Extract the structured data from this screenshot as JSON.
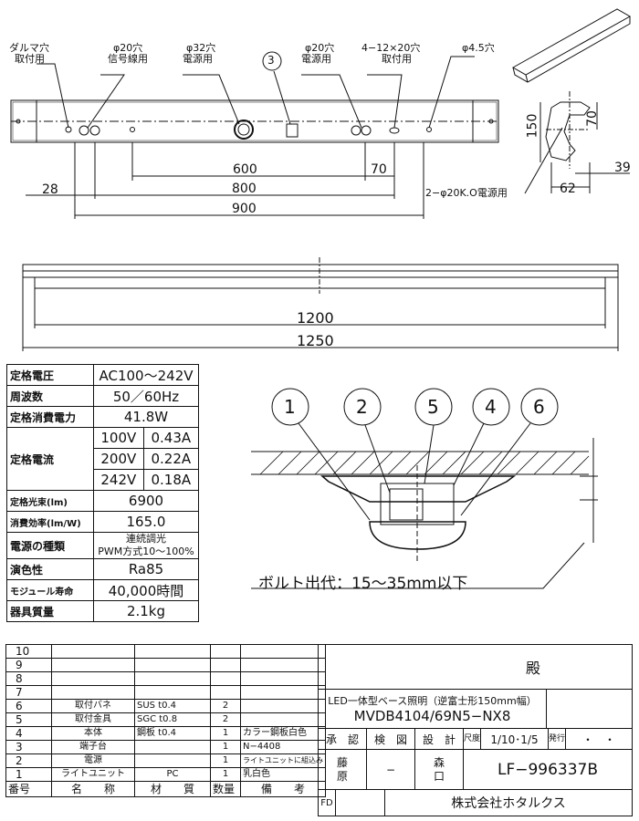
{
  "top_view": {
    "hole_labels": [
      {
        "title": "ダルマ穴",
        "sub": "取付用"
      },
      {
        "title": "φ20穴",
        "sub": "信号線用"
      },
      {
        "title": "φ32穴",
        "sub": "電源用"
      },
      {
        "title": "φ20穴",
        "sub": "電源用"
      },
      {
        "title": "4−12×20穴",
        "sub": "取付用"
      },
      {
        "title": "φ4.5穴",
        "sub": ""
      }
    ],
    "callout_3": "3",
    "dims": {
      "d600": "600",
      "d70": "70",
      "d28": "28",
      "d800": "800",
      "d900": "900"
    }
  },
  "section_view": {
    "dims": {
      "d150": "150",
      "d70": "70",
      "d39": "39",
      "d62": "62"
    },
    "hole_note": "2−φ20K.O電源用"
  },
  "side_view": {
    "dims": {
      "d1200": "1200",
      "d1250": "1250"
    }
  },
  "specs": {
    "rated_voltage_label": "定格電圧",
    "rated_voltage": "AC100〜242V",
    "frequency_label": "周波数",
    "frequency": "50／60Hz",
    "power_label": "定格消費電力",
    "power": "41.8W",
    "current_label": "定格電流",
    "currents": [
      {
        "v": "100V",
        "a": "0.43A"
      },
      {
        "v": "200V",
        "a": "0.22A"
      },
      {
        "v": "242V",
        "a": "0.18A"
      }
    ],
    "flux_label": "定格光束(lm)",
    "flux": "6900",
    "efficacy_label": "消費効率(lm/W)",
    "efficacy": "165.0",
    "power_type_label": "電源の種類",
    "power_type_1": "連続調光",
    "power_type_2": "PWM方式10〜100%",
    "cri_label": "演色性",
    "cri": "Ra85",
    "life_label": "モジュール寿命",
    "life": "40,000時間",
    "weight_label": "器具質量",
    "weight": "2.1kg"
  },
  "install": {
    "callouts": [
      "1",
      "2",
      "5",
      "4",
      "6"
    ],
    "bolt_note": "ボルト出代：15〜35mm以下"
  },
  "parts": {
    "rows": [
      {
        "no": "10",
        "name": "",
        "mat": "",
        "qty": "",
        "note": ""
      },
      {
        "no": "9",
        "name": "",
        "mat": "",
        "qty": "",
        "note": ""
      },
      {
        "no": "8",
        "name": "",
        "mat": "",
        "qty": "",
        "note": ""
      },
      {
        "no": "7",
        "name": "",
        "mat": "",
        "qty": "",
        "note": ""
      },
      {
        "no": "6",
        "name": "取付バネ",
        "mat": "SUS  t0.4",
        "qty": "2",
        "note": ""
      },
      {
        "no": "5",
        "name": "取付金具",
        "mat": "SGC  t0.8",
        "qty": "2",
        "note": ""
      },
      {
        "no": "4",
        "name": "本体",
        "mat": "鋼板  t0.4",
        "qty": "1",
        "note": "カラー鋼板白色"
      },
      {
        "no": "3",
        "name": "端子台",
        "mat": "",
        "qty": "1",
        "note": "N−4408"
      },
      {
        "no": "2",
        "name": "電源",
        "mat": "",
        "qty": "1",
        "note": "ライトユニットに組込み"
      },
      {
        "no": "1",
        "name": "ライトユニット",
        "mat": "PC",
        "qty": "1",
        "note": "乳白色"
      }
    ],
    "header": {
      "no": "番号",
      "name": "名　　称",
      "mat": "材　　質",
      "qty": "数量",
      "note": "備　　考"
    }
  },
  "titleblock": {
    "honorific": "殿",
    "product_desc": "LED一体型ベース照明（逆富士形150mm幅）",
    "model": "MVDB4104/69N5−NX8",
    "approve": "承　認",
    "check": "検　図",
    "design": "設　計",
    "scale_label": "尺度",
    "scale": "1/10･1/5",
    "issue_label": "発行",
    "issue": "・　・",
    "check_name": "藤原",
    "check_mark": "−",
    "design_name": "森口",
    "drawing_no": "LF−996337B",
    "fd": "FD",
    "company": "株式会社ホタルクス"
  }
}
